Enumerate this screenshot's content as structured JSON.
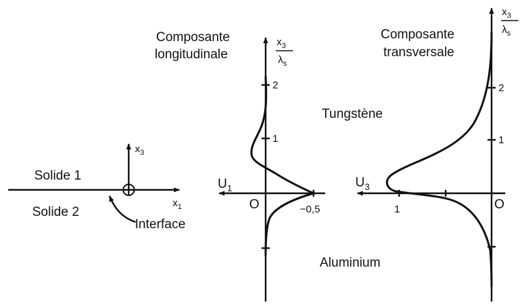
{
  "left_sketch": {
    "solid1": "Solide 1",
    "solid2": "Solide 2",
    "interface": "Interface",
    "axis_x1": "x",
    "axis_x1_sub": "1",
    "axis_x3": "x",
    "axis_x3_sub": "3"
  },
  "plot_long": {
    "title_line1": "Composante",
    "title_line2": "longitudinale",
    "axis_num": "x",
    "axis_num_sub": "3",
    "axis_den": "λ",
    "axis_den_sub": "s",
    "u_label": "U",
    "u_sub": "1",
    "origin": "O",
    "tick_x": "−0,5",
    "ticks_y": [
      "1",
      "2"
    ]
  },
  "plot_trans": {
    "title_line1": "Composante",
    "title_line2": "transversale",
    "axis_num": "x",
    "axis_num_sub": "3",
    "axis_den": "λ",
    "axis_den_sub": "s",
    "u_label": "U",
    "u_sub": "3",
    "origin": "O",
    "tick_x": "1",
    "ticks_y": [
      "1",
      "2"
    ]
  },
  "materials": {
    "top": "Tungstène",
    "bottom": "Aluminium"
  }
}
